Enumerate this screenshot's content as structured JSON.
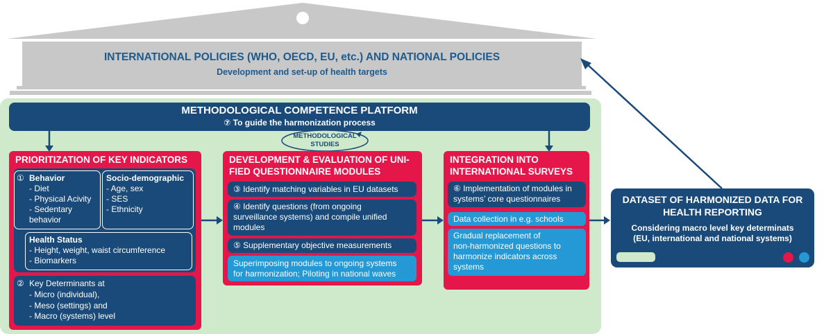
{
  "building": {
    "title": "INTERNATIONAL POLICIES (WHO, OECD, EU, etc.) AND NATIONAL POLICIES",
    "subtitle": "Development and set-up of health targets"
  },
  "platform": {
    "title": "METHODOLOGICAL COMPETENCE PLATFORM",
    "subtitle": "⑦ To guide the harmonization process",
    "studies": "METHODOLOGICAL\nSTUDIES"
  },
  "col1": {
    "title": "PRIORITIZATION OF KEY INDICATORS",
    "behavior": {
      "number": "①",
      "title": "Behavior",
      "items": "- Diet\n- Physical Acivity\n- Sedentary\n   behavior"
    },
    "socio": {
      "title": "Socio-demographic",
      "items": "- Age, sex\n- SES\n- Ethnicity"
    },
    "health": {
      "title": "Health Status",
      "items": "- Height, weight, waist circumference\n- Biomarkers"
    },
    "determinants": {
      "number": "②",
      "title": "Key Determinants at",
      "items": "- Micro (individual),\n- Meso (settings) and\n- Macro (systems) level"
    }
  },
  "col2": {
    "title": "DEVELOPMENT & EVALUATION OF UNI-\nFIED QUESTIONNAIRE MODULES",
    "items": [
      "③ Identify matching variables in EU datasets",
      "④ Identify questions (from ongoing\n     surveillance systems) and compile unified\n     modules",
      "⑤ Supplementary objective measurements",
      "Superimposing modules to ongoing systems\nfor harmonization; Piloting in national waves"
    ]
  },
  "col3": {
    "title": "INTEGRATION INTO\nINTERNATIONAL SURVEYS",
    "items": [
      "⑥ Implementation of modules in\n     systems’ core questionnaires",
      "Data collection in e.g.  schools",
      "Gradual replacement of\nnon-harmonized questions to\nharmonize indicators across\nsystems"
    ]
  },
  "dataset": {
    "title": "DATASET OF HARMONIZED DATA FOR\nHEALTH REPORTING",
    "subtitle": "Considering macro level key determinats\n(EU, international and national systems)"
  },
  "colors": {
    "navy": "#1a4a7a",
    "red": "#e5174a",
    "light_blue": "#2499d6",
    "green": "#cfeacb",
    "gray": "#c8c8c8",
    "text_blue": "#1d5a8e"
  }
}
